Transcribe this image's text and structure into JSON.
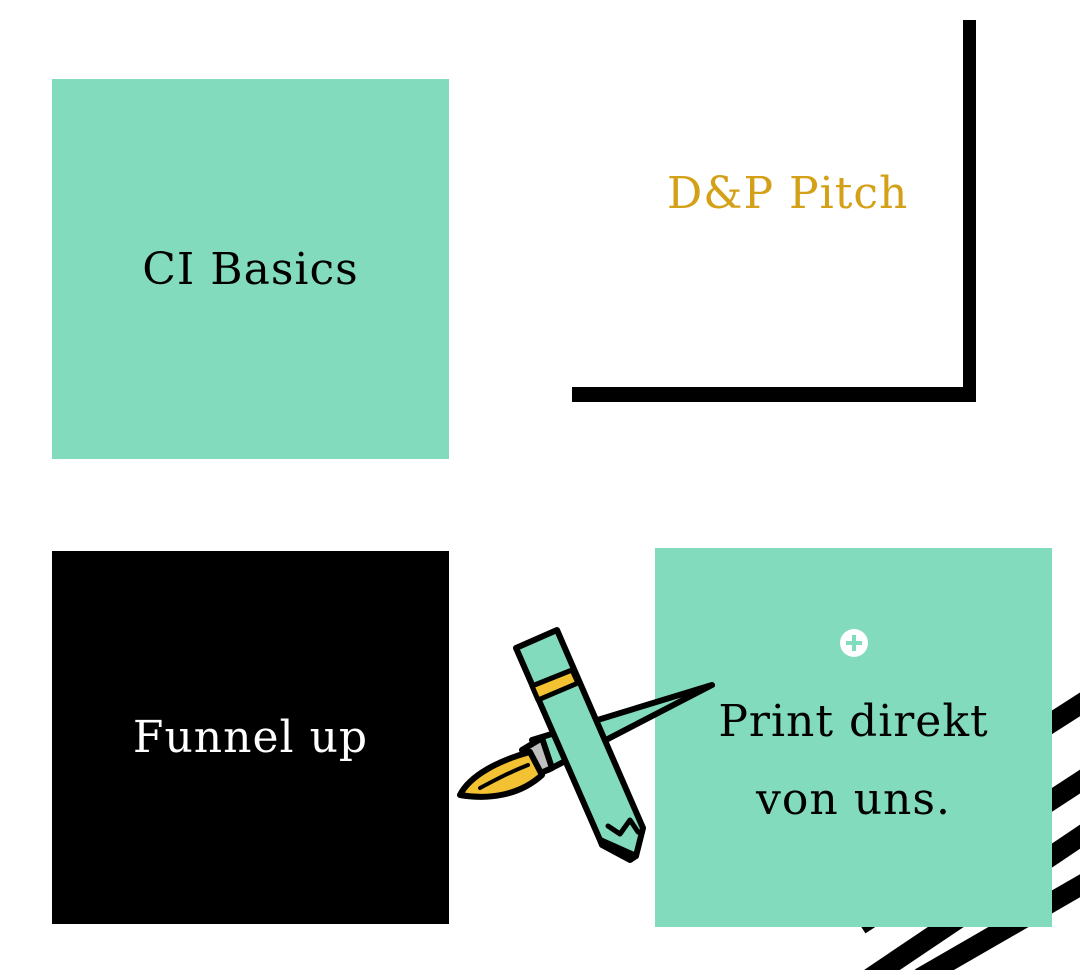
{
  "tiles": {
    "ci_basics": "CI Basics",
    "dp_pitch": "D&P Pitch",
    "funnel_up": "Funnel up",
    "print": "Print direkt von uns."
  },
  "colors": {
    "mint": "#83dbbe",
    "gold": "#d4a017",
    "black": "#000000",
    "white": "#ffffff"
  },
  "icons": {
    "plus": "plus-circle-icon",
    "illustration": "pencil-and-brush-icon",
    "decor": "diagonal-stripes"
  }
}
